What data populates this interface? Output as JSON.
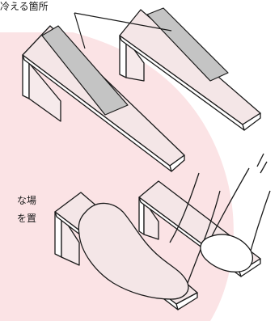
{
  "labels": {
    "top": "冷える箇所",
    "side_line_1": "な場",
    "side_line_2": "を置"
  },
  "colors": {
    "background_shape": "#fbe3e5",
    "board_fill": "#f4e6e7",
    "strip_fill": "#c4c4c4",
    "stroke": "#1a1a1a"
  }
}
